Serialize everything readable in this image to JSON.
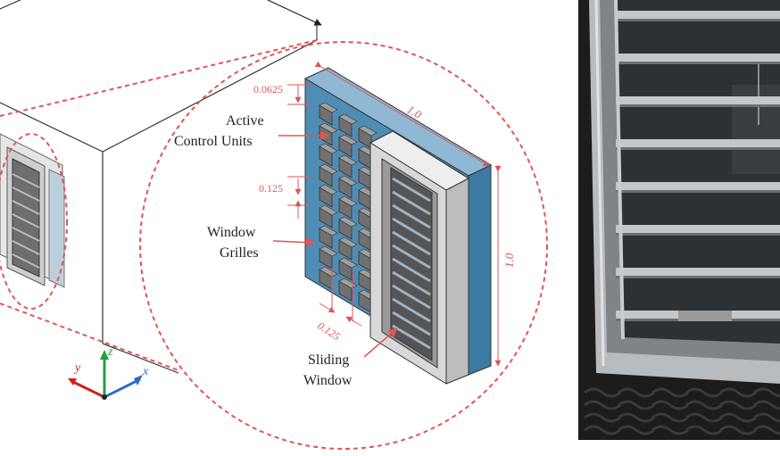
{
  "labels": {
    "active_line1": "Active",
    "active_line2": "Control Units",
    "grilles_line1": "Window",
    "grilles_line2": "Grilles",
    "sliding_line1": "Sliding",
    "sliding_line2": "Window"
  },
  "dimensions": {
    "top_offset": "0.0625",
    "unit_pitch_vertical": "0.125",
    "unit_pitch_horizontal": "0.125",
    "panel_width": "1.0",
    "panel_height": "1.0"
  },
  "axes": {
    "x": "x",
    "y": "y",
    "z": "z"
  },
  "colors": {
    "annotation_red": "#e05555",
    "panel_blue": "#4f8db5",
    "control_unit_grey": "#707070",
    "frame_grey": "#d8d8d8",
    "axis_x": "#2a6fc0",
    "axis_y": "#d02020",
    "axis_z": "#20a040"
  }
}
